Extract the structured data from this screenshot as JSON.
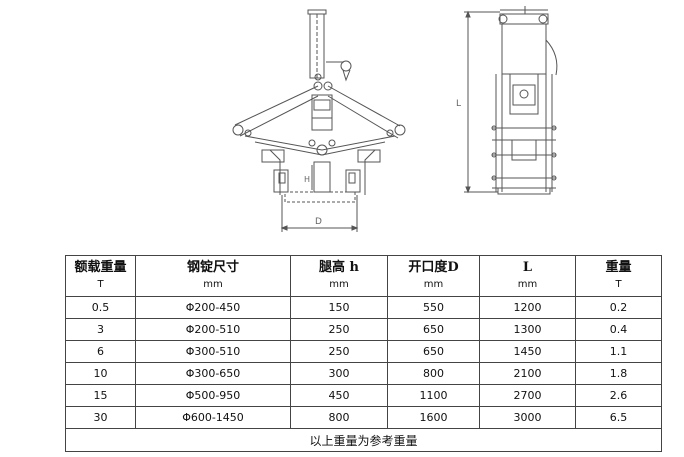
{
  "drawing": {
    "dimension_labels": {
      "height_h": "H",
      "opening_d": "D",
      "length_l": "L"
    }
  },
  "table": {
    "headers": [
      {
        "label": "额载重量",
        "unit": "T"
      },
      {
        "label": "钢锭尺寸",
        "unit": "mm"
      },
      {
        "label": "腿高 h",
        "unit": "mm"
      },
      {
        "label": "开口度D",
        "unit": "mm"
      },
      {
        "label": "L",
        "unit": "mm"
      },
      {
        "label": "重量",
        "unit": "T"
      }
    ],
    "rows": [
      [
        "0.5",
        "Φ200-450",
        "150",
        "550",
        "1200",
        "0.2"
      ],
      [
        "3",
        "Φ200-510",
        "250",
        "650",
        "1300",
        "0.4"
      ],
      [
        "6",
        "Φ300-510",
        "250",
        "650",
        "1450",
        "1.1"
      ],
      [
        "10",
        "Φ300-650",
        "300",
        "800",
        "2100",
        "1.8"
      ],
      [
        "15",
        "Φ500-950",
        "450",
        "1100",
        "2700",
        "2.6"
      ],
      [
        "30",
        "Φ600-1450",
        "800",
        "1600",
        "3000",
        "6.5"
      ]
    ],
    "note": "以上重量为参考重量"
  }
}
